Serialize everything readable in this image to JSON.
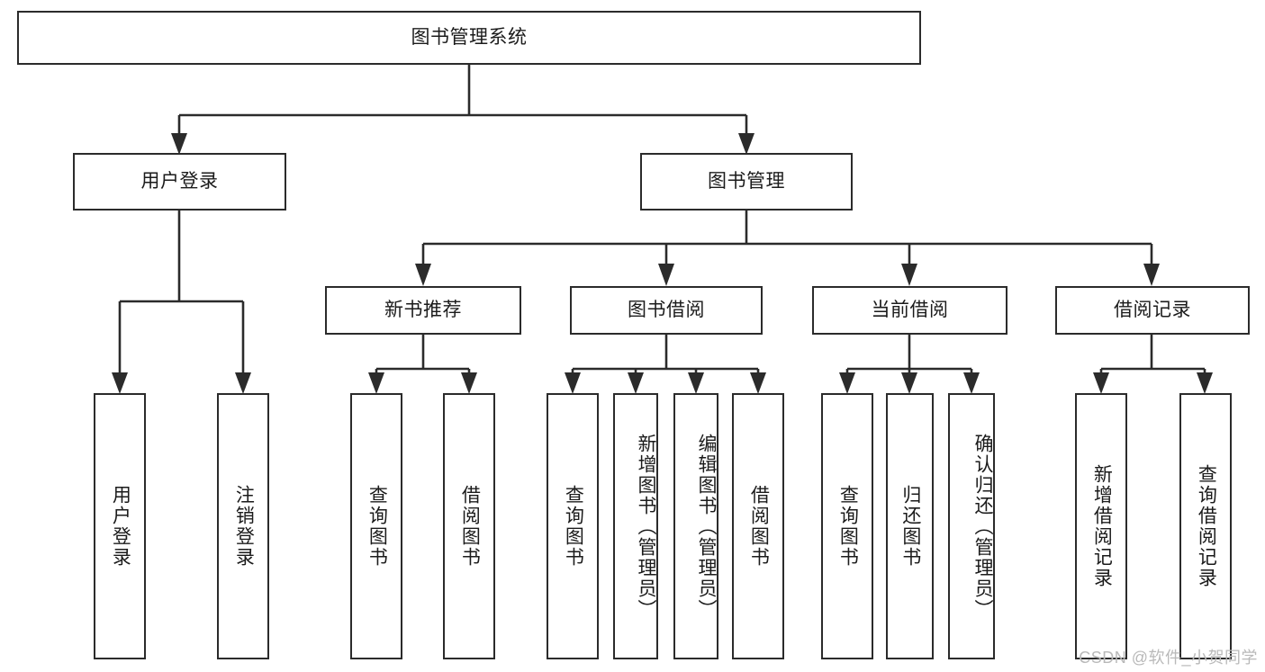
{
  "diagram": {
    "title": "图书管理系统",
    "type": "tree",
    "root": {
      "label": "图书管理系统"
    },
    "level1": [
      {
        "label": "用户登录"
      },
      {
        "label": "图书管理"
      }
    ],
    "level2": [
      {
        "label": "新书推荐"
      },
      {
        "label": "图书借阅"
      },
      {
        "label": "当前借阅"
      },
      {
        "label": "借阅记录"
      }
    ],
    "leaves": {
      "user_login": [
        {
          "label": "用户登录"
        },
        {
          "label": "注销登录"
        }
      ],
      "new_book_recommend": [
        {
          "label": "查询图书"
        },
        {
          "label": "借阅图书"
        }
      ],
      "book_borrow": [
        {
          "label": "查询图书"
        },
        {
          "label": "新增图书（管理员）"
        },
        {
          "label": "编辑图书（管理员）"
        },
        {
          "label": "借阅图书"
        }
      ],
      "current_borrow": [
        {
          "label": "查询图书"
        },
        {
          "label": "归还图书"
        },
        {
          "label": "确认归还（管理员）"
        }
      ],
      "borrow_record": [
        {
          "label": "新增借阅记录"
        },
        {
          "label": "查询借阅记录"
        }
      ]
    }
  },
  "watermark": {
    "text": "CSDN @软件_小贺同学"
  },
  "colors": {
    "stroke": "#2b2b2b",
    "background": "#ffffff",
    "text": "#1b1b1b",
    "watermark": "#b9b9b9"
  }
}
